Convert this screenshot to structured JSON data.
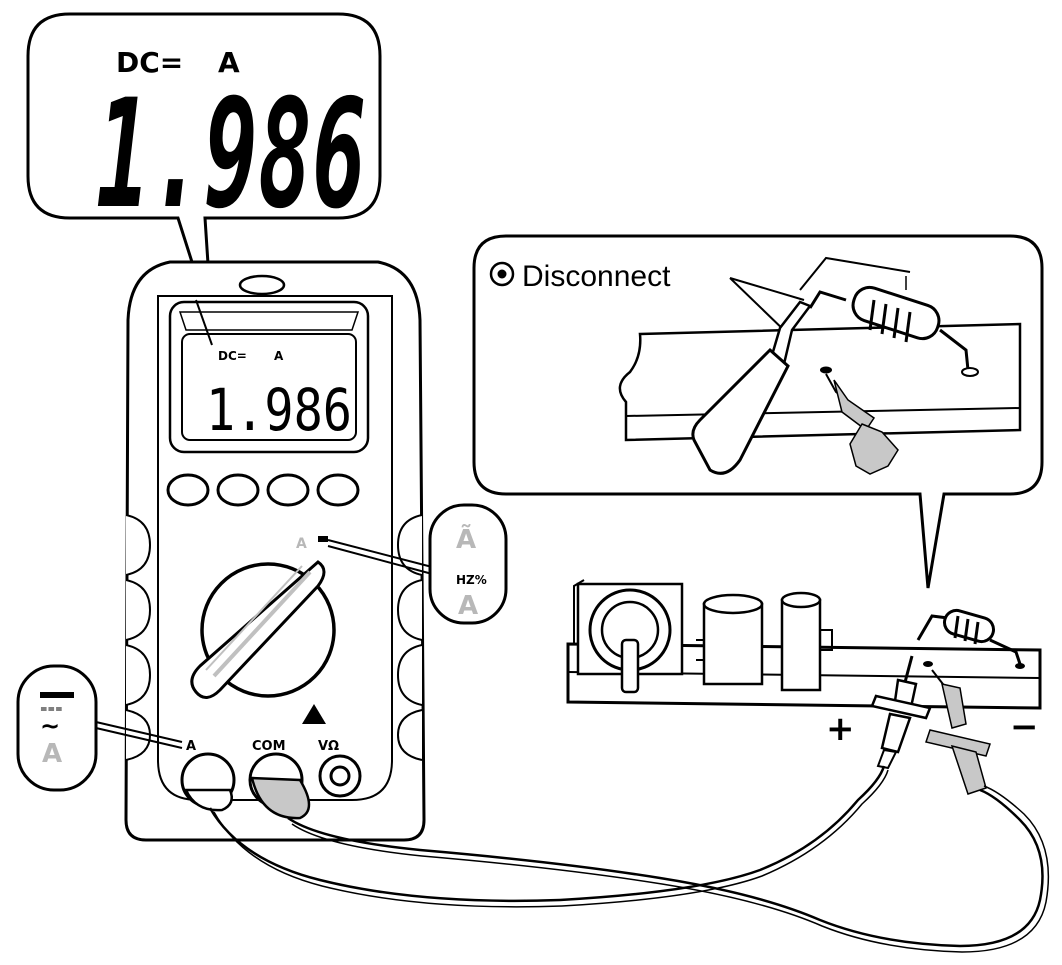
{
  "lcd_zoom": {
    "mode": "DC=",
    "unit": "A",
    "reading": "1.986"
  },
  "meter": {
    "lcd_mode": "DC=",
    "lcd_unit": "A",
    "lcd_reading": "1.986",
    "jacks": {
      "a_label": "A",
      "com_label": "COM",
      "v_label": "VΩ"
    },
    "rotary_callout": {
      "top_symbol": "Ã",
      "middle_label": "HZ%",
      "bottom_symbol": "A"
    },
    "left_callout": {
      "dc_symbol": "===",
      "ac_symbol": "~",
      "a_symbol": "A"
    }
  },
  "disconnect_callout": {
    "label": "Disconnect"
  },
  "circuit": {
    "plus_label": "+",
    "minus_label": "−"
  },
  "colors": {
    "line": "#000000",
    "grey_probe": "#bdbdbd",
    "background": "#ffffff"
  }
}
